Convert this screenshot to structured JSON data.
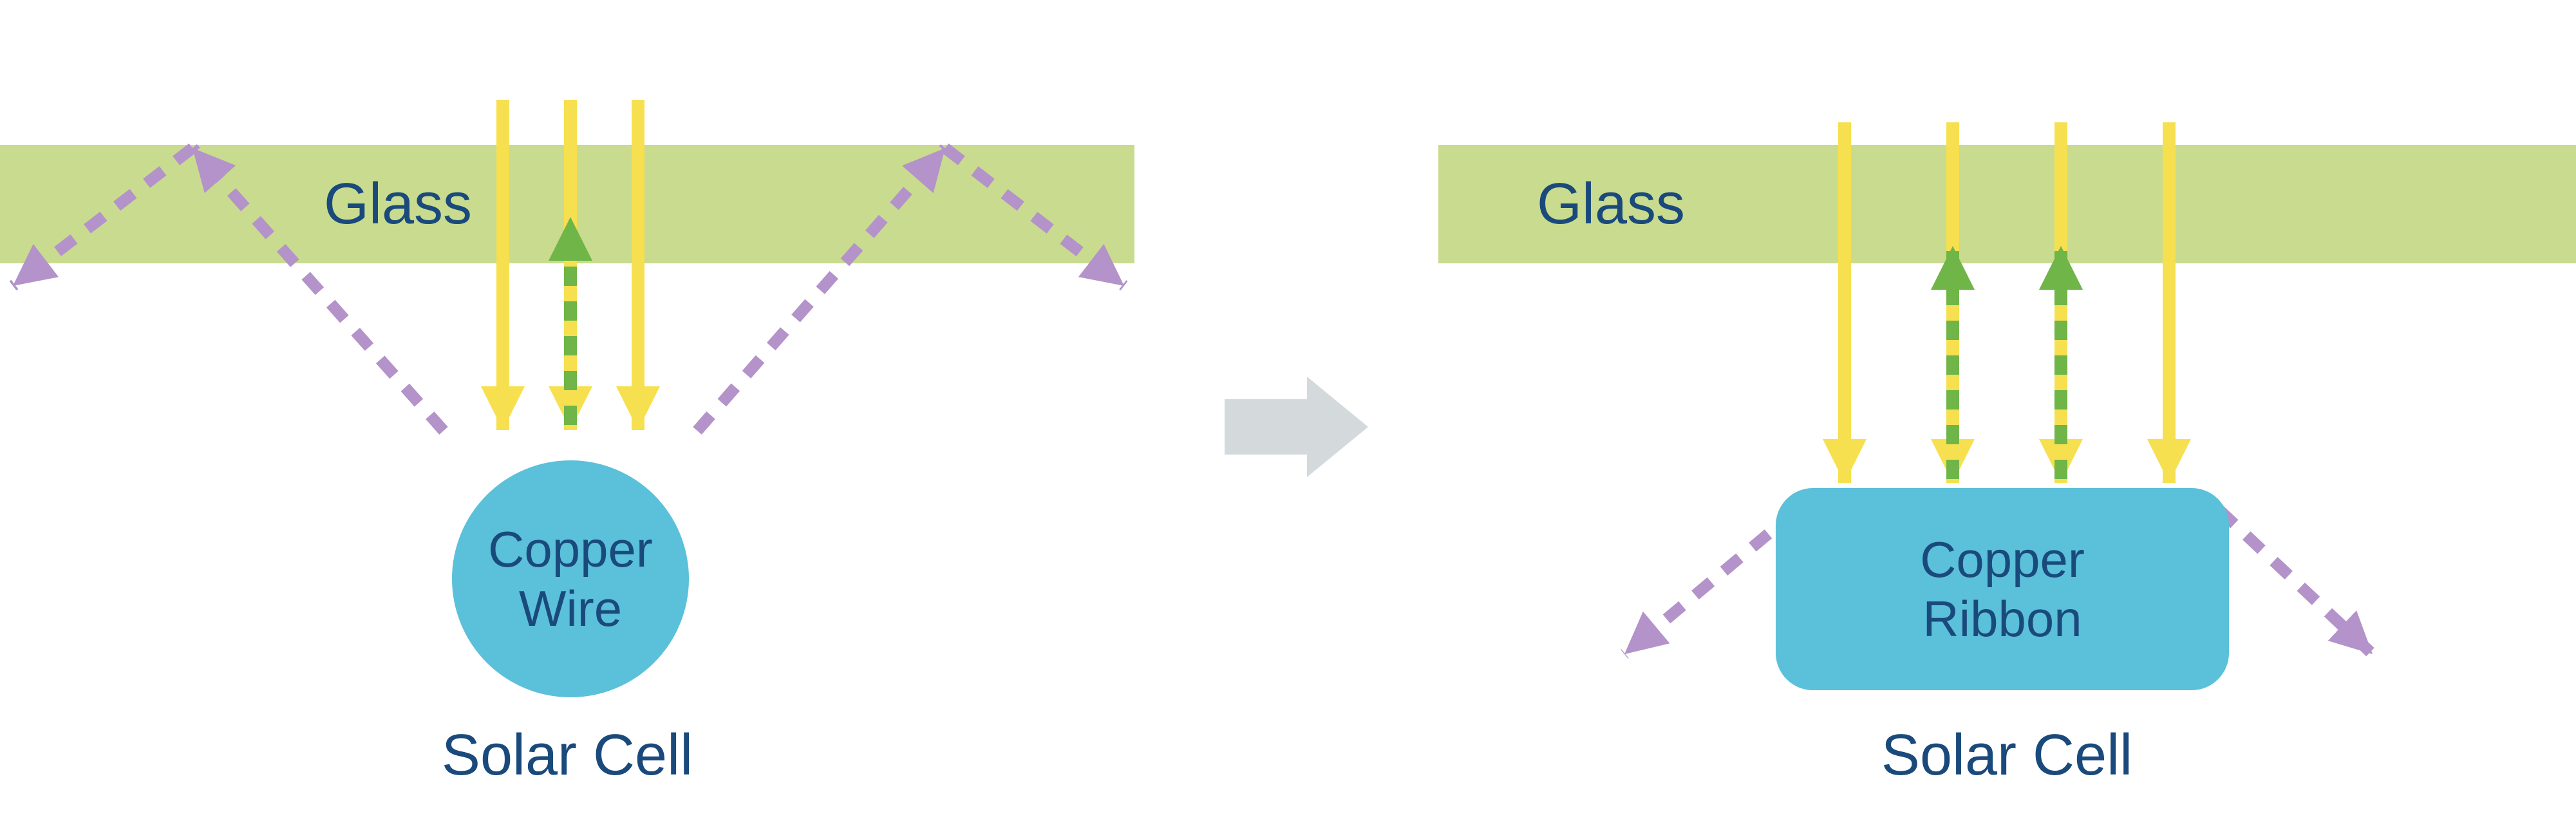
{
  "colors": {
    "background": "#ffffff",
    "glass_green": "#c9db8f",
    "text_navy": "#1a4a7b",
    "sunlight_yellow": "#f6e04f",
    "reflected_green": "#6fb547",
    "scattered_purple": "#b393c9",
    "copper_blue": "#5bc0da",
    "transition_gray": "#d4d9dc"
  },
  "left_panel": {
    "glass_label": "Glass",
    "component_label": [
      "Copper",
      "Wire"
    ],
    "cell_label": "Solar Cell"
  },
  "right_panel": {
    "glass_label": "Glass",
    "component_label": [
      "Copper",
      "Ribbon"
    ],
    "cell_label": "Solar Cell"
  },
  "icons": {
    "sunlight_arrow": "↓",
    "reflected_light_arrow": "↑",
    "scattered_light_arrow": "↘",
    "transition_arrow": "➜"
  }
}
